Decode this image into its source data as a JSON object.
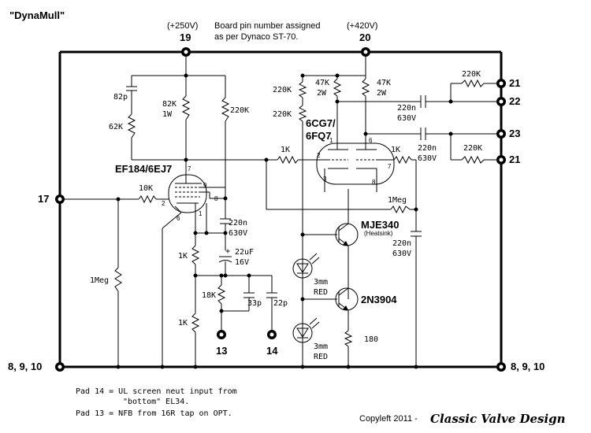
{
  "title": "\"DynaMull\"",
  "header": {
    "v250": "(+250V)",
    "pin19": "19",
    "note_line1": "Board pin number assigned",
    "note_line2": "as per Dynaco ST-70.",
    "v420": "(+420V)",
    "pin20": "20"
  },
  "pins": {
    "p17": "17",
    "p21a": "21",
    "p22": "22",
    "p23": "23",
    "p21b": "21",
    "p8910_left": "8, 9, 10",
    "p8910_right": "8, 9, 10",
    "p13": "13",
    "p14": "14"
  },
  "tubes": {
    "ef184": "EF184/6EJ7",
    "cg7_line1": "6CG7/",
    "cg7_line2": "6FQ7"
  },
  "pin_numbers": {
    "ef_7": "7",
    "ef_9": "9",
    "ef_8": "8",
    "ef_2": "2",
    "ef_1": "1",
    "ef_6": "6",
    "cg_1": "1",
    "cg_6": "6",
    "cg_2": "2",
    "cg_7": "7",
    "cg_3": "3",
    "cg_8": "8"
  },
  "components": {
    "c82p": "82p",
    "r62k": "62K",
    "r82k": "82K",
    "r82k_w": "1W",
    "r220k_a": "220K",
    "r220k_b": "220K",
    "r220k_c": "220K",
    "r47k_a": "47K",
    "r47k_a_w": "2W",
    "r47k_b": "47K",
    "r47k_b_w": "2W",
    "r220k_d": "220K",
    "c220n_a": "220n",
    "c220n_a_v": "630V",
    "c220n_b": "220n",
    "c220n_b_v": "630V",
    "r220k_e": "220K",
    "r1k_a": "1K",
    "r1k_b": "1K",
    "r10k": "10K",
    "c220n_c": "220n",
    "c220n_c_v": "630V",
    "r1meg_a": "1Meg",
    "c220n_d": "220n",
    "c220n_d_v": "630V",
    "r1k_c": "1K",
    "c22uf": "22uF",
    "c22uf_v": "16V",
    "c22uf_plus": "+",
    "r1meg_b": "1Meg",
    "r18k": "18K",
    "c33p": "33p",
    "c22p": "22p",
    "r1k_d": "1K",
    "q1": "MJE340",
    "q1_note": "(Heatsink)",
    "q2": "2N3904",
    "led1_a": "3mm",
    "led1_b": "RED",
    "led2_a": "3mm",
    "led2_b": "RED",
    "r180": "180"
  },
  "footer": {
    "note1a": "Pad 14 = UL screen neut input from",
    "note1b": "\"bottom\" EL34.",
    "note2": "Pad 13 = NFB from 16R tap on OPT.",
    "copyleft": "Copyleft 2011 -",
    "brand": "Classic Valve Design"
  }
}
